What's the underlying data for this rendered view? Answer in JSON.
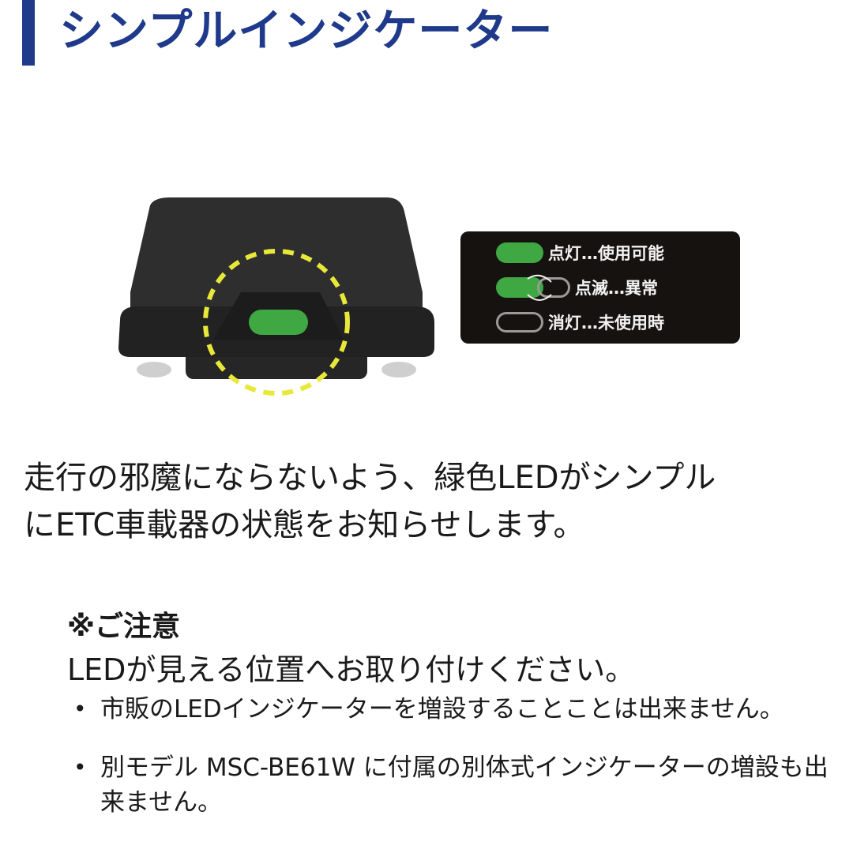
{
  "header": {
    "title": "シンプルインジケーター",
    "accent_color": "#1f3a8a"
  },
  "figure": {
    "device_led_color": "#3fa843",
    "highlight_circle_color": "#e8e83a",
    "legend": [
      {
        "state": "on",
        "label": "点灯…使用可能"
      },
      {
        "state": "blink",
        "label": "点滅…異常"
      },
      {
        "state": "off",
        "label": "消灯…未使用時"
      }
    ]
  },
  "description": {
    "line1": "走行の邪魔にならないよう、緑色LEDがシンプル",
    "line2": "にETC車載器の状態をお知らせします。"
  },
  "note": {
    "title": "※ご注意",
    "lead": "LEDが見える位置へお取り付けください。",
    "bullet_symbol": "•",
    "items": [
      "市販のLEDインジケーターを増設することことは出来ません。",
      "別モデル MSC-BE61W に付属の別体式インジケーターの増設も出来ません。"
    ]
  }
}
